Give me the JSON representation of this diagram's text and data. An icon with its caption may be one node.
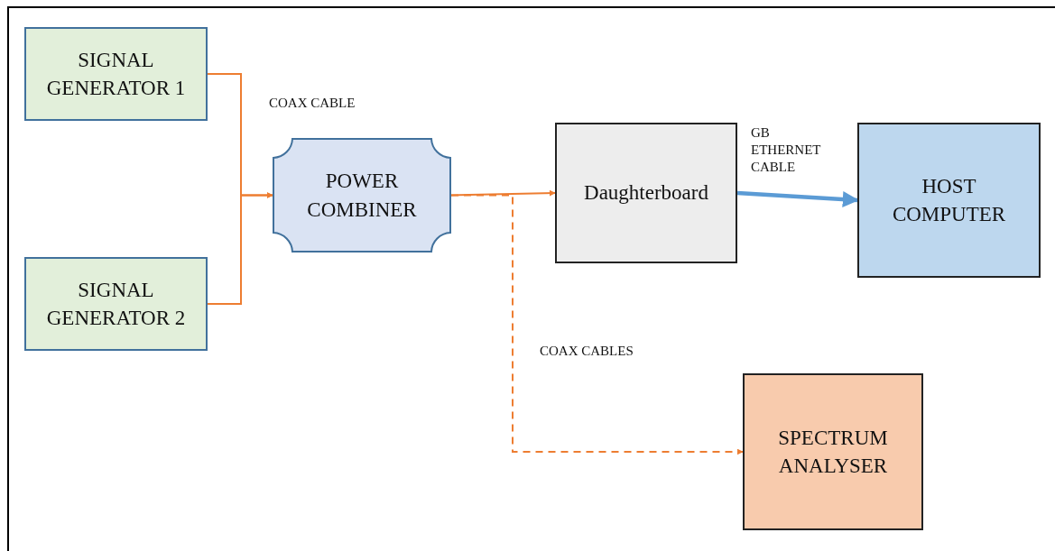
{
  "diagram": {
    "nodes": [
      {
        "text": [
          "SIGNAL GENERATOR 1"
        ]
      },
      {
        "text": [
          "SIGNAL GENERATOR 2"
        ]
      },
      {
        "text": [
          "POWER COMBINER"
        ]
      },
      {
        "text": [
          "Daughterboard"
        ]
      },
      {
        "text": [
          "HOST COMPUTER"
        ]
      },
      {
        "text": [
          "SPECTRUM ANALYSER"
        ]
      }
    ],
    "edges": [
      {
        "from": 0,
        "to": 2,
        "arrow": "to"
      },
      {
        "from": 1,
        "to": 2,
        "arrow": "to"
      },
      {
        "from": 2,
        "to": 3,
        "arrow": "to"
      },
      {
        "from": 2,
        "to": 5,
        "arrow": "to",
        "style": "dashed"
      },
      {
        "from": 3,
        "to": 4,
        "arrow": "to",
        "label": "GB ETHERNET CABLE",
        "style": "thick",
        "color": "#5b9bd5"
      }
    ],
    "labels": [
      "COAX CABLE",
      "COAX CABLES"
    ]
  }
}
